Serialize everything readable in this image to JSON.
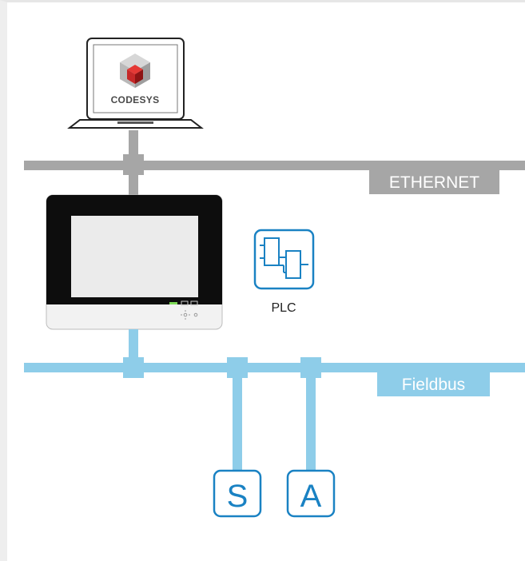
{
  "logo": {
    "text": "CODESYS"
  },
  "networks": {
    "ethernet": {
      "label": "ETHERNET",
      "color": "#a6a6a6"
    },
    "fieldbus": {
      "label": "Fieldbus",
      "color": "#8ecde9"
    }
  },
  "plc": {
    "label": "PLC",
    "icon": "plc-function-block-icon",
    "color": "#1a82c3"
  },
  "devices": {
    "sensor": {
      "label": "S"
    },
    "actuator": {
      "label": "A"
    }
  },
  "colors": {
    "hmi_bezel": "#0d0d0d",
    "hmi_screen": "#ebebeb",
    "hmi_base": "#f2f2f2",
    "status_led": "#7ed957",
    "accent_blue": "#1a82c3"
  }
}
